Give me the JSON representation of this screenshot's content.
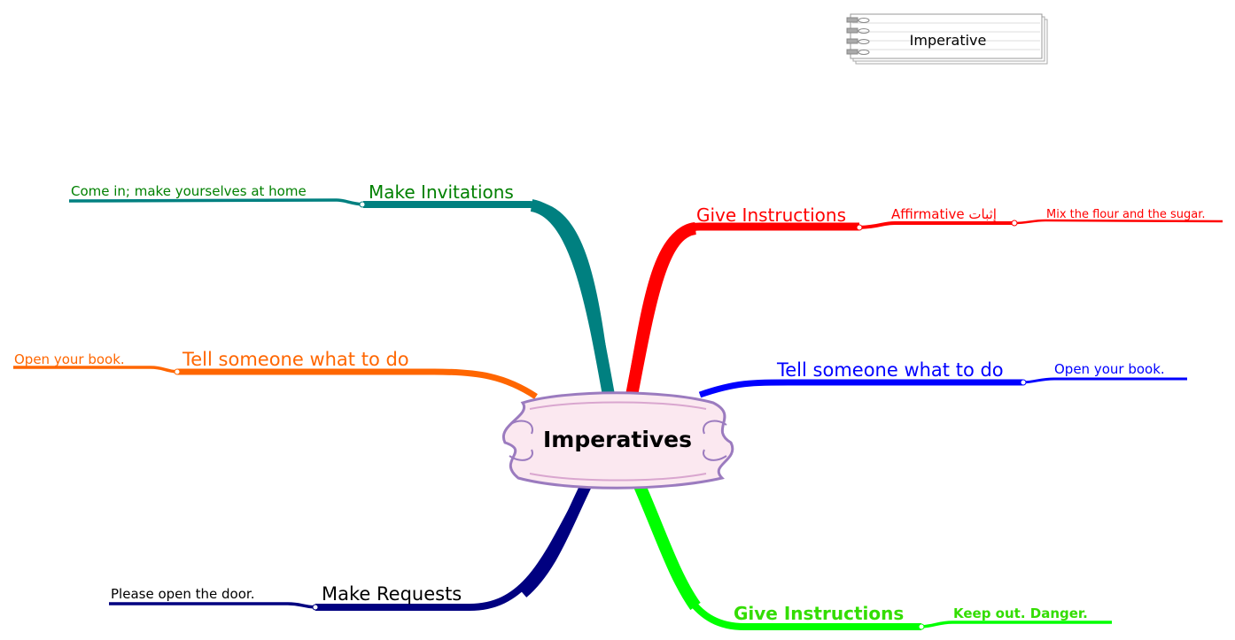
{
  "central_topic": "Imperatives",
  "note": "Imperative",
  "colors": {
    "teal": "#008080",
    "green_text": "#008000",
    "red": "#ff0000",
    "orange": "#ff6600",
    "blue": "#0000ff",
    "navy": "#000080",
    "lime": "#00ff00",
    "lime_text": "#33dd00"
  },
  "branches": [
    {
      "label": "Make Invitations",
      "children": [
        {
          "label": "Come in; make yourselves at home"
        }
      ]
    },
    {
      "label": "Give Instructions",
      "children": [
        {
          "label": "Affirmative إثبات",
          "children": [
            {
              "label": "Mix the flour and the sugar."
            }
          ]
        }
      ]
    },
    {
      "label": "Tell someone what to do",
      "children": [
        {
          "label": "Open your book."
        }
      ]
    },
    {
      "label": "Tell someone what to do",
      "children": [
        {
          "label": "Open your book."
        }
      ]
    },
    {
      "label": "Make Requests",
      "children": [
        {
          "label": "Please open the door."
        }
      ]
    },
    {
      "label": "Give Instructions",
      "children": [
        {
          "label": "Keep out. Danger."
        }
      ]
    }
  ]
}
